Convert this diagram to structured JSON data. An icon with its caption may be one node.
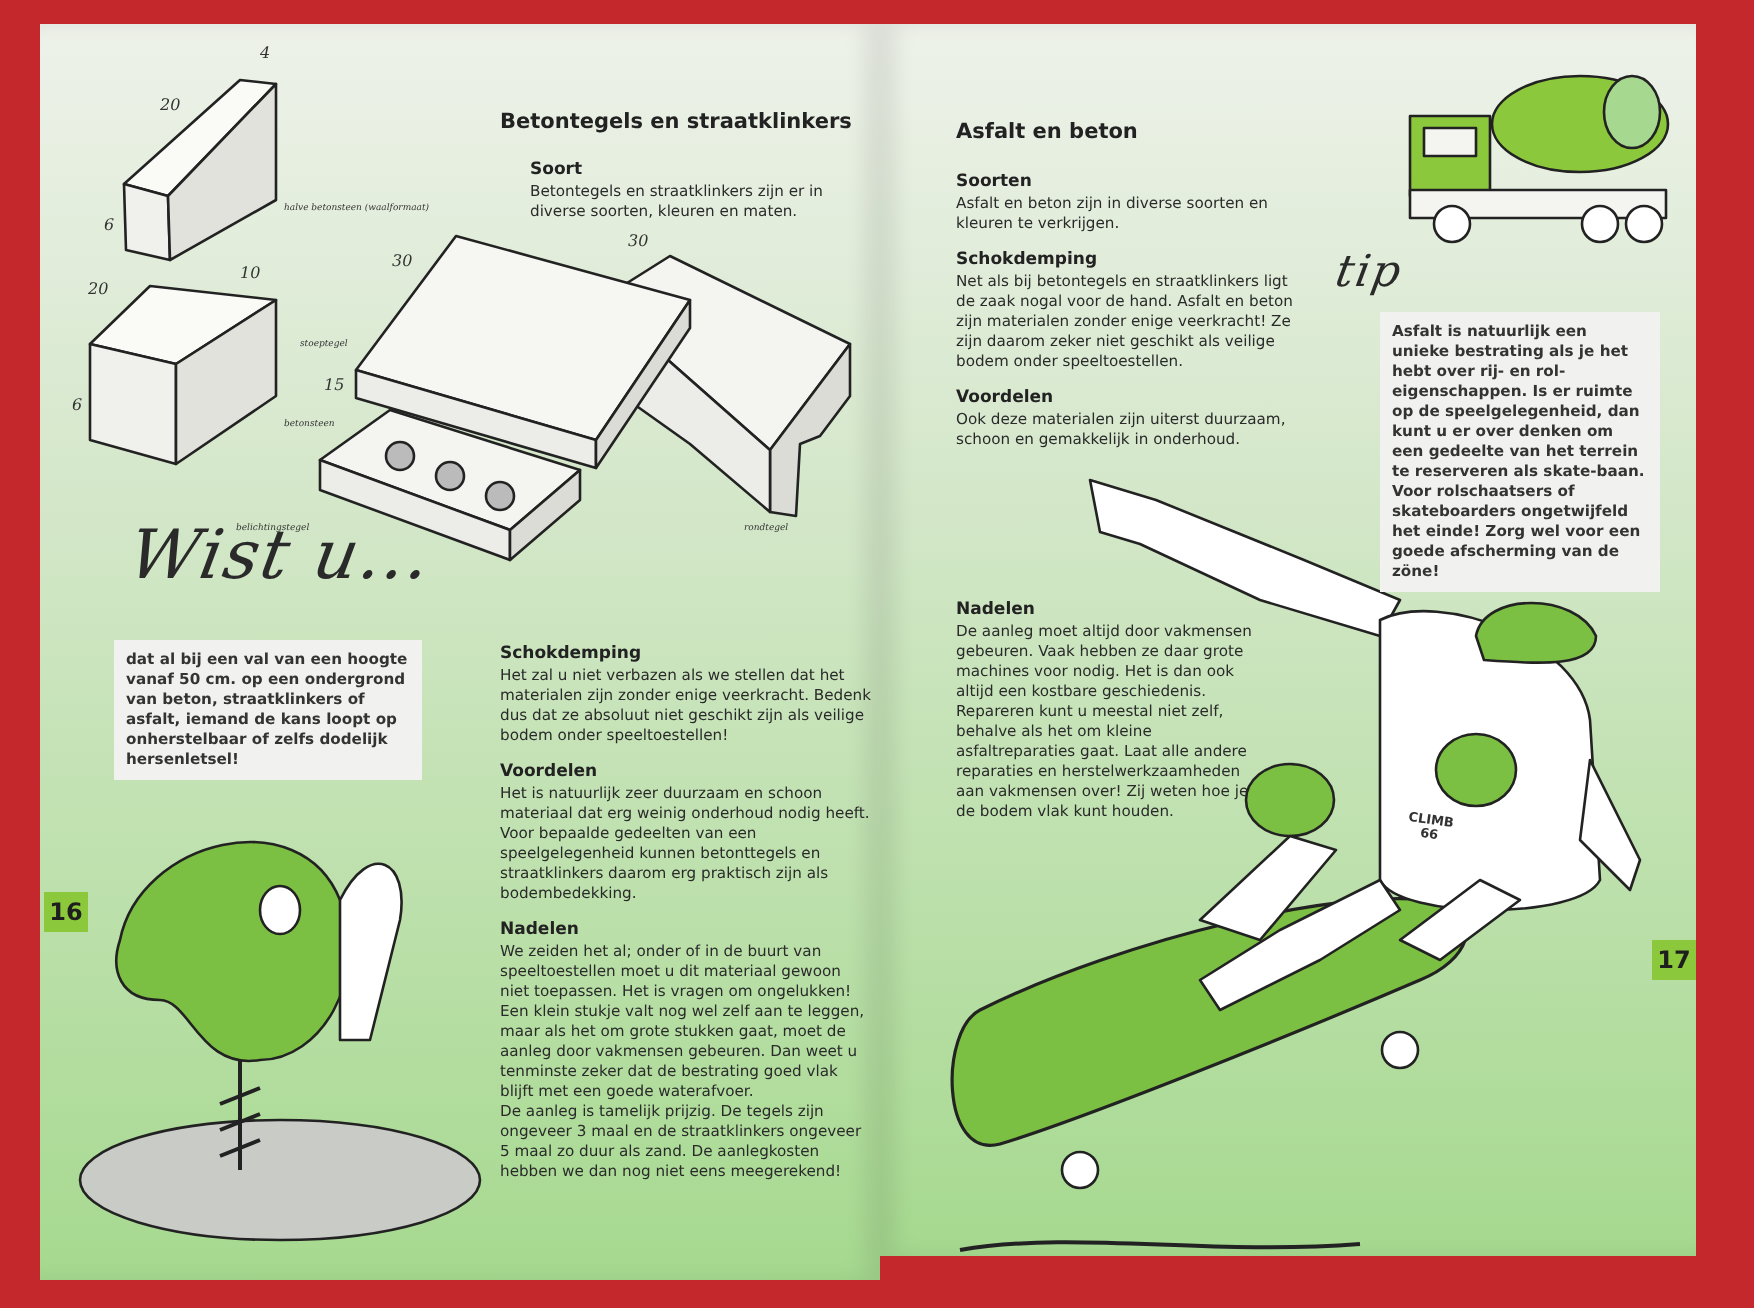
{
  "diagram": {
    "nodes": [
      {
        "text": [
          "Wist u...",
          "dat al bij een val van een hoogte vanaf 50 cm. op een ondergrond van beton, straatklinkers of asfalt, iemand de kans loopt op onherstelbaar of zelfs dodelijk hersenletsel!"
        ]
      },
      {
        "text": [
          "tip",
          "Asfalt is natuurlijk een unieke bestrating als je het hebt over rij- en rol-eigenschappen. Is er ruimte op de speelgelegenheid, dan kunt u er over denken om een gedeelte van het terrein te reserveren als skate-baan. Voor rolschaatsers of skateboarders ongetwijfeld het einde! Zorg wel voor een goede afscherming van de zöne!"
        ]
      },
      {
        "text": [
          "16"
        ]
      },
      {
        "text": [
          "17"
        ]
      }
    ],
    "labels": [
      "Betontegels en straatklinkers",
      "Soort",
      "Betontegels en straatklinkers zijn er in diverse soorten, kleuren en maten.",
      "Schokdemping",
      "Het zal u niet verbazen als we stellen dat het materialen zijn zonder enige veerkracht. Bedenk dus dat ze absoluut niet geschikt zijn als veilige bodem onder speeltoestellen!",
      "Voordelen",
      "Het is natuurlijk zeer duurzaam en schoon materiaal dat erg weinig onderhoud nodig heeft. Voor bepaalde gedeelten van een speelgelegenheid kunnen betonttegels en straatklinkers daarom erg praktisch zijn als bodembedekking.",
      "Nadelen",
      "We zeiden het al; onder of in de buurt van speeltoestellen moet u dit materiaal gewoon niet toepassen. Het is vragen om ongelukken!",
      "Een klein stukje valt nog wel zelf aan te leggen, maar als het om grote stukken gaat, moet de aanleg door vakmensen gebeuren. Dan weet u tenminste zeker dat de bestrating goed vlak blijft met een goede waterafvoer.",
      "De aanleg is tamelijk prijzig. De tegels zijn ongeveer 3 maal en de straatklinkers ongeveer 5 maal zo duur als zand. De aanlegkosten hebben we dan nog niet eens meegerekend!",
      "Asfalt en beton",
      "Soorten",
      "Asfalt en beton zijn in diverse soorten en kleuren te verkrijgen.",
      "Schokdemping",
      "Net als bij betontegels en straatklinkers ligt de zaak nogal voor de hand. Asfalt en beton zijn materialen zonder enige veerkracht! Ze zijn daarom zeker niet geschikt als veilige bodem onder speeltoestellen.",
      "Voordelen",
      "Ook deze materialen zijn uiterst duurzaam, schoon en gemakkelijk in onderhoud.",
      "Nadelen",
      "De aanleg moet altijd door vakmensen gebeuren. Vaak hebben ze daar grote machines voor nodig. Het is dan ook altijd een kostbare geschiedenis.",
      "Repareren kunt u meestal niet zelf, behalve als het om kleine asfaltreparaties gaat. Laat alle andere reparaties en herstelwerkzaamheden aan vakmensen over! Zij weten hoe je de bodem vlak kunt houden.",
      "4",
      "20",
      "6",
      "halve betonsteen (waalformaat)",
      "10",
      "20",
      "6",
      "betonsteen",
      "30",
      "30",
      "15",
      "stoeptegel",
      "belichtingstegel",
      "rondtegel",
      "CLIMB 66"
    ]
  }
}
